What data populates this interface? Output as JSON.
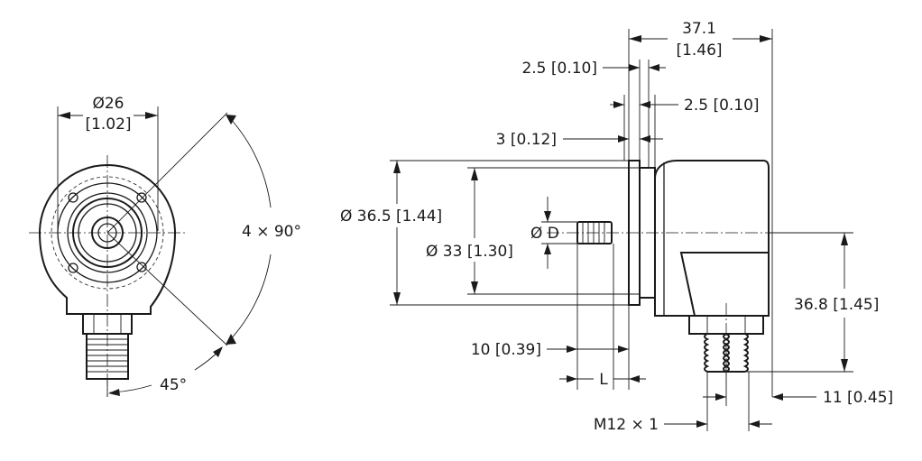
{
  "front_view": {
    "diameter_mm": "Ø26",
    "diameter_in": "[1.02]",
    "hole_pattern": "4 × 90°",
    "rotation_angle": "45°"
  },
  "side_view": {
    "length_mm": "37.1",
    "length_in": "[1.46]",
    "flange_left": "2.5 [0.10]",
    "flange_right": "2.5 [0.10]",
    "flange_gap": "3 [0.12]",
    "outer_diameter": "Ø 36.5 [1.44]",
    "pilot_diameter": "Ø 33 [1.30]",
    "shaft_diameter": "Ø D",
    "shaft_length": "10 [0.39]",
    "shaft_L": "L",
    "connector_height": "36.8 [1.45]",
    "connector_offset": "11 [0.45]",
    "connector_thread": "M12 × 1"
  }
}
